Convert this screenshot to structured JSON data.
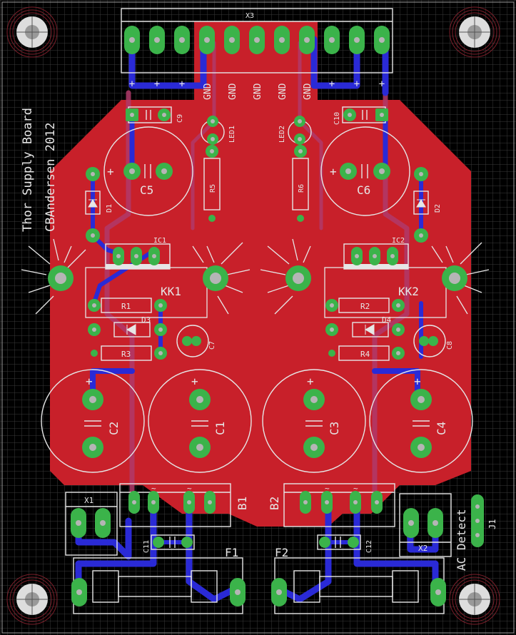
{
  "board": {
    "title": "Thor Supply Board",
    "author": "CBAndersen 2012"
  },
  "labels": {
    "connector_top": "X3",
    "gnd": "GND",
    "plus": "+",
    "led1": "LED1",
    "led2": "LED2",
    "r5": "R5",
    "r6": "R6",
    "c5": "C5",
    "c6": "C6",
    "c9": "C9",
    "c10": "C10",
    "d1": "D1",
    "d2": "D2",
    "ic1": "IC1",
    "ic2": "IC2",
    "kk1": "KK1",
    "kk2": "KK2",
    "r1": "R1",
    "r2": "R2",
    "r3": "R3",
    "r4": "R4",
    "d3": "D3",
    "d4": "D4",
    "c7": "C7",
    "c8": "C8",
    "c1": "C1",
    "c2": "C2",
    "c3": "C3",
    "c4": "C4",
    "b1": "B1",
    "b2": "B2",
    "x1": "X1",
    "x2": "X2",
    "j1": "J1",
    "c11": "C11",
    "c12": "C12",
    "f1": "F1",
    "f2": "F2",
    "ac_detect": "AC Detect",
    "tilde": "~"
  },
  "colors": {
    "background": "#000000",
    "grid": "#3a3a3a",
    "copper_top": "#c8202a",
    "copper_bottom": "#2a2ad6",
    "silkscreen": "#e6e6e6",
    "pad": "#3bb34a",
    "drill": "#b5b5b5"
  }
}
